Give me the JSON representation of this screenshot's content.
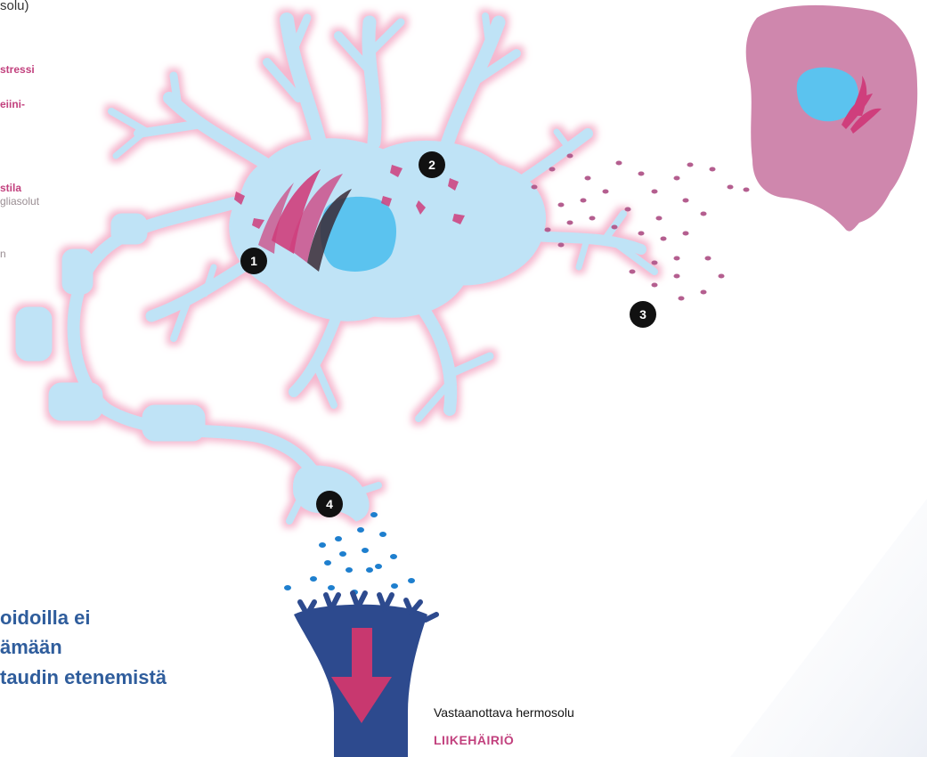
{
  "side_labels": {
    "top_fragment": "solu)",
    "stress": "stressi",
    "protein_line": "eiini-",
    "state": "stila",
    "glia": "gliasolut",
    "small": "n"
  },
  "markers": [
    "1",
    "2",
    "3",
    "4"
  ],
  "heading_lines": [
    "oidoilla ei",
    "ämään",
    "taudin etenemistä"
  ],
  "receiving_neuron": {
    "label": "Vastaanottava hermosolu",
    "result": "LIIKEHÄIRIÖ"
  },
  "colors": {
    "neuron_fill": "#bfe3f6",
    "neuron_glow": "#f5b8cf",
    "nucleus": "#5bc3ef",
    "protein": "#cf3e7c",
    "glia_cell": "#cf87ad",
    "particles": "#b45e8f",
    "neurotransmitter": "#1e7fce",
    "receiving_neuron": "#2d4a8e",
    "arrow": "#c8386f",
    "marker": "#111111"
  }
}
